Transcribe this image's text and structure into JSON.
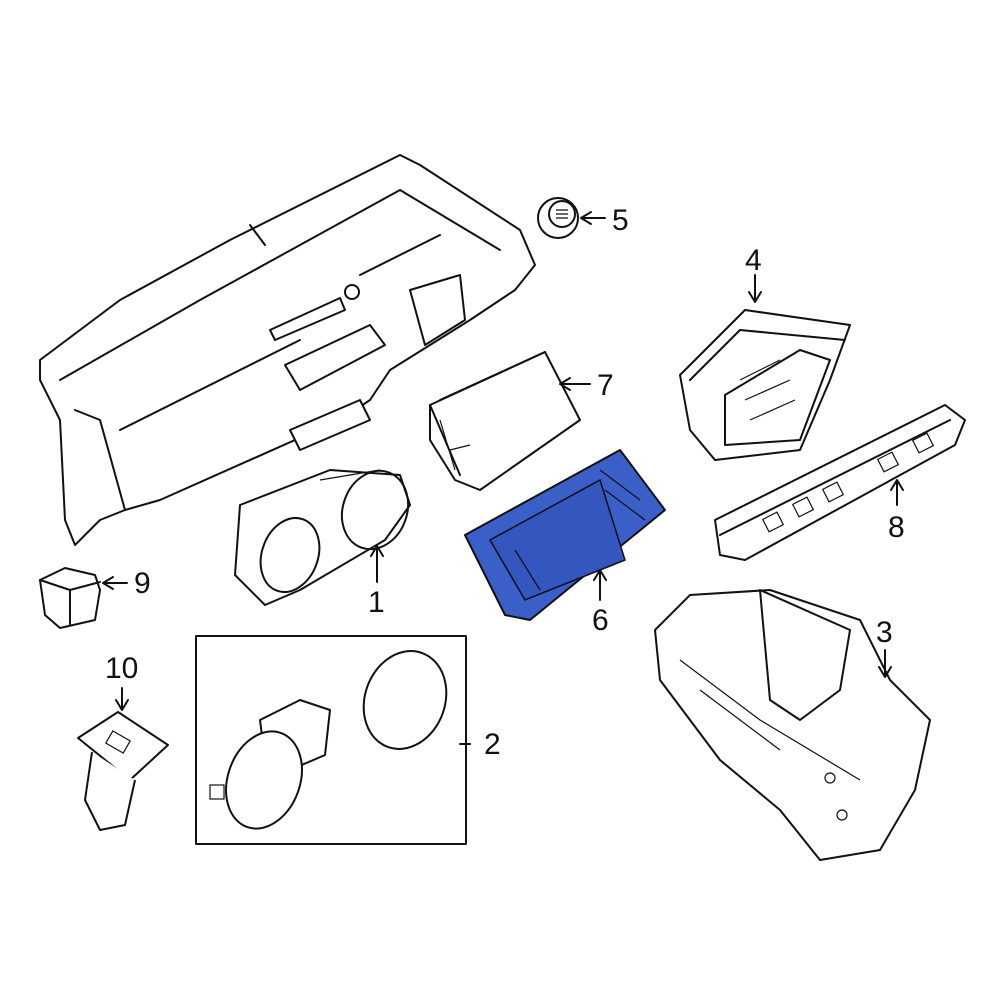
{
  "colors": {
    "highlight": "#3a5fc8",
    "line": "#111111",
    "background": "#ffffff"
  },
  "highlighted_part": "6",
  "callouts": {
    "c1": "1",
    "c2": "2",
    "c3": "3",
    "c4": "4",
    "c5": "5",
    "c6": "6",
    "c7": "7",
    "c8": "8",
    "c9": "9",
    "c10": "10"
  }
}
